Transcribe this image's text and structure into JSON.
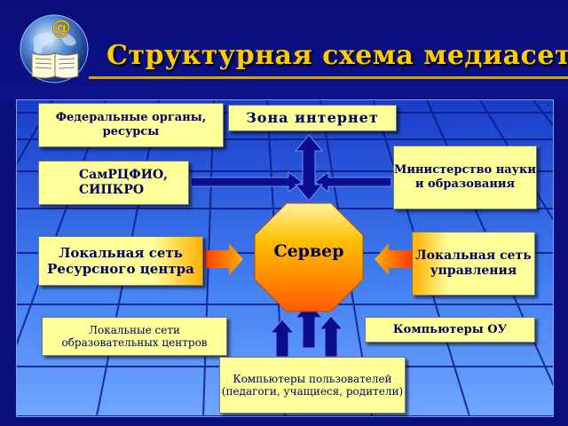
{
  "title": "Структурная схема медиасети",
  "logo": {
    "icon": "globe-book-at-icon",
    "glyph": "@"
  },
  "nodes": {
    "federal": "Федеральные органы, ресурсы",
    "internet": "Зона интернет",
    "samrcfio": "СамРЦФИО, СИПКРО",
    "ministry": "Министерство науки и образования",
    "local_resource": "Локальная сеть Ресурсного центра",
    "server": "Сервер",
    "local_management": "Локальная сеть управления",
    "local_edu": "Локальные сети образовательных центров",
    "computers_ou": "Компьютеры ОУ",
    "user_computers": "Компьютеры пользователей (педагоги, учащиеся, родители)"
  },
  "colors": {
    "background": "#0b0f7a",
    "title": "#ffcc00",
    "box_fill": "#ffff99",
    "box_text": "#00005e",
    "arrow_blue": "#0a0e8c",
    "arrow_orange": "#ff6a00",
    "server_fill": "#ffb000"
  }
}
